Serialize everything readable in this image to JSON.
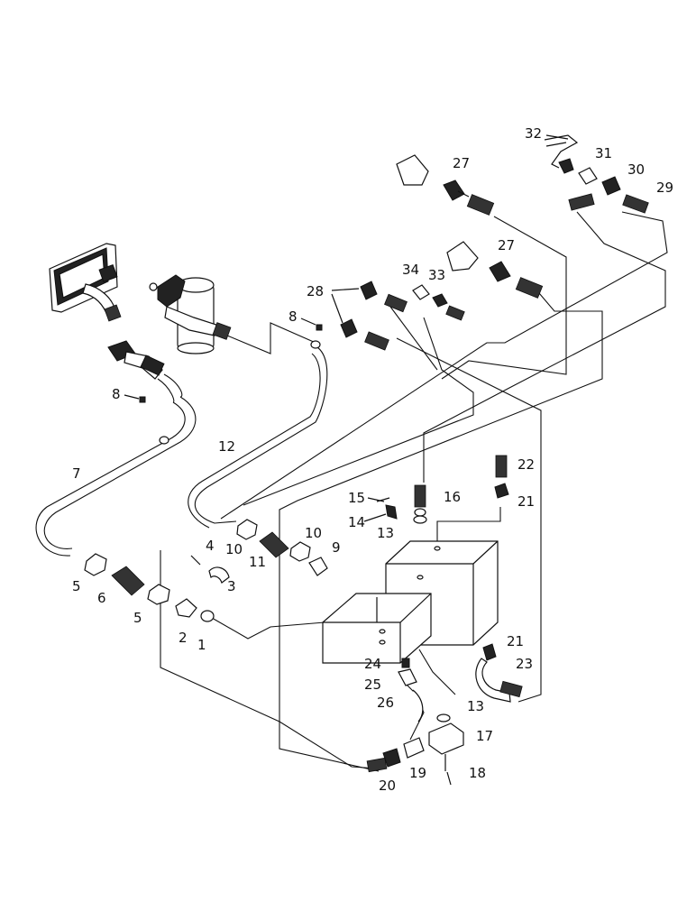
{
  "callouts": [
    "1",
    "2",
    "3",
    "4",
    "5",
    "5",
    "6",
    "7",
    "8",
    "8",
    "9",
    "10",
    "10",
    "11",
    "12",
    "13",
    "13",
    "14",
    "15",
    "16",
    "17",
    "18",
    "19",
    "20",
    "21",
    "21",
    "22",
    "23",
    "24",
    "25",
    "26",
    "27",
    "27",
    "28",
    "29",
    "30",
    "31",
    "32",
    "33",
    "34"
  ]
}
